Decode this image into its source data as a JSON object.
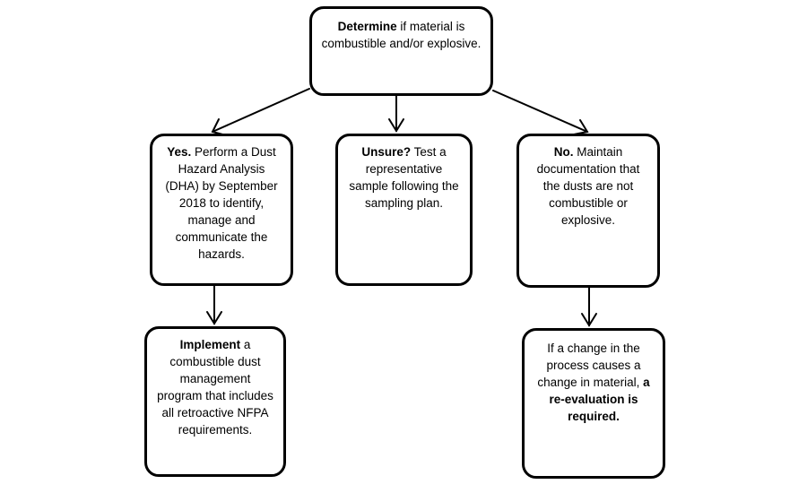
{
  "nodes": {
    "top": {
      "bold": "Determine",
      "text": " if material is combustible and/or explosive."
    },
    "yes": {
      "bold": "Yes.",
      "text": "  Perform a Dust Hazard Analysis (DHA) by September 2018 to identify, manage and communicate the hazards."
    },
    "unsure": {
      "bold": "Unsure?",
      "text": "  Test a representative sample following the sampling plan."
    },
    "no": {
      "bold": "No.",
      "text": " Maintain documentation that the dusts are not combustible or explosive."
    },
    "implement": {
      "bold": "Implement",
      "text": " a combustible dust management program that includes all retroactive NFPA requirements."
    },
    "change": {
      "text": "If a change in the process causes a change in material, ",
      "bold": "a re-evaluation is required."
    }
  },
  "edges": [
    {
      "from": "top",
      "to": "yes"
    },
    {
      "from": "top",
      "to": "unsure"
    },
    {
      "from": "top",
      "to": "no"
    },
    {
      "from": "yes",
      "to": "implement"
    },
    {
      "from": "no",
      "to": "change"
    }
  ],
  "colors": {
    "stroke": "#000000",
    "background": "#ffffff"
  }
}
